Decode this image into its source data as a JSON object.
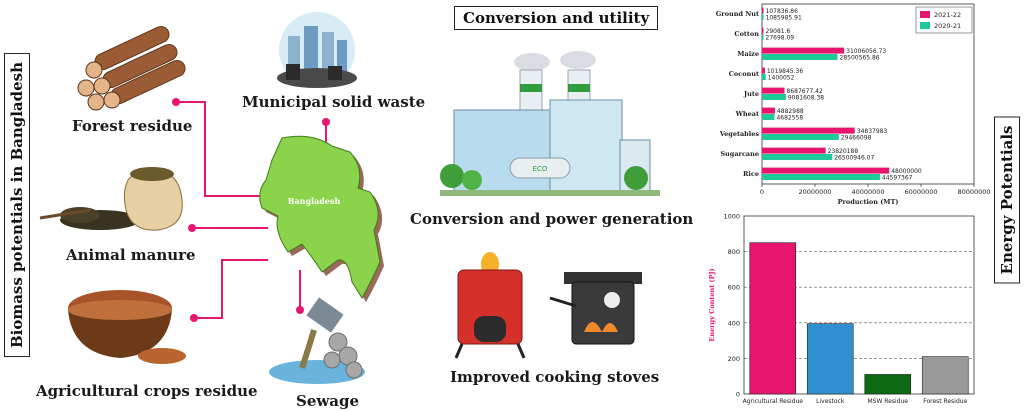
{
  "left_panel": {
    "vertical_title": "Biomass potentials in Bangladesh",
    "sources": {
      "forest": "Forest residue",
      "msw": "Municipal solid waste",
      "manure": "Animal manure",
      "crops": "Agricultural crops residue",
      "sewage": "Sewage"
    },
    "map_label": "Bangladesh"
  },
  "middle_panel": {
    "title": "Conversion and utility",
    "power_label": "Conversion and power generation",
    "plant_tank_label": "ECO",
    "stoves_label": "Improved cooking stoves"
  },
  "right_panel": {
    "vertical_title": "Energy Potentials"
  },
  "colors": {
    "pink": "#e8156f",
    "teal": "#1fc99a",
    "blue": "#2f8fcf",
    "green": "#0c6a12",
    "gray": "#9a9a9a",
    "connector": "#e8156f"
  },
  "chart_data": [
    {
      "type": "bar",
      "orientation": "horizontal",
      "categories": [
        "Ground Nut",
        "Cotton",
        "Maize",
        "Coconut",
        "Jute",
        "Wheat",
        "Vegetables",
        "Sugarcane",
        "Rice"
      ],
      "series": [
        {
          "name": "2021-22",
          "values": [
            1078.86,
            290,
            31000000,
            1100000,
            8500000,
            4900000,
            35000000,
            24000000,
            48000000
          ],
          "labels": [
            "107836.86",
            "29081.6",
            "31006056.73",
            "1019845.36",
            "8687677.42",
            "4882988",
            "34837983",
            "23820188",
            "48000000"
          ]
        },
        {
          "name": "2020-21",
          "values": [
            1088.91,
            270,
            28500000,
            1400000,
            9000000,
            4700000,
            29000000,
            26500000,
            44500000
          ],
          "labels": [
            "1085985.91",
            "27698.09",
            "28500565.86",
            "1400052",
            "9081608.38",
            "4682558",
            "29466098",
            "26500946.07",
            "44597367"
          ]
        }
      ],
      "xlabel": "Production (MT)",
      "xlim": [
        0,
        80000000
      ],
      "xticks": [
        "0",
        "20000000",
        "40000000",
        "60000000",
        "80000000"
      ],
      "grid": false,
      "legend": "top-right"
    },
    {
      "type": "bar",
      "categories": [
        "Agricultural Residue",
        "Livestock",
        "MSW Residue",
        "Forest Residue"
      ],
      "values": [
        850,
        395,
        110,
        210
      ],
      "ylabel": "Energy Content (PJ)",
      "ylim": [
        0,
        1000
      ],
      "yticks": [
        "0",
        "200",
        "400",
        "600",
        "800",
        "1000"
      ],
      "grid": true
    }
  ]
}
